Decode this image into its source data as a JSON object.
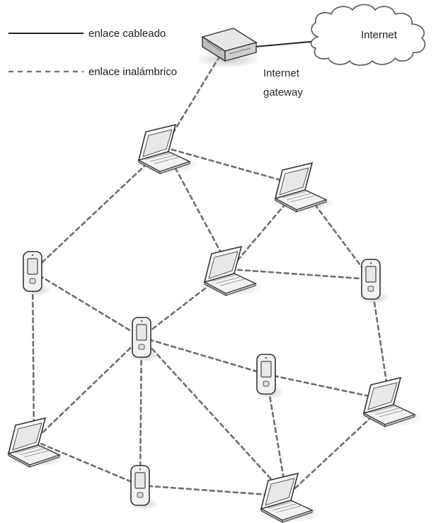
{
  "legend": {
    "wired_label": "enlace cableado",
    "wireless_label": "enlace inalámbrico"
  },
  "internet": {
    "label": "Internet"
  },
  "gateway": {
    "label_line1": "Internet",
    "label_line2": "gateway"
  },
  "colors": {
    "wired_link": "#222222",
    "wireless_link": "#6e6e6e",
    "device_body": "#f2f2f2",
    "device_outline": "#333333",
    "screen": "#e8e8e8"
  },
  "nodes": [
    {
      "id": "gateway",
      "kind": "gateway",
      "icon": "router-icon"
    },
    {
      "id": "laptop-1",
      "kind": "laptop",
      "icon": "laptop-icon"
    },
    {
      "id": "laptop-2",
      "kind": "laptop",
      "icon": "laptop-icon"
    },
    {
      "id": "laptop-3",
      "kind": "laptop",
      "icon": "laptop-icon"
    },
    {
      "id": "laptop-4",
      "kind": "laptop",
      "icon": "laptop-icon"
    },
    {
      "id": "laptop-5",
      "kind": "laptop",
      "icon": "laptop-icon"
    },
    {
      "id": "laptop-6",
      "kind": "laptop",
      "icon": "laptop-icon"
    },
    {
      "id": "phone-1",
      "kind": "phone",
      "icon": "phone-icon"
    },
    {
      "id": "phone-2",
      "kind": "phone",
      "icon": "phone-icon"
    },
    {
      "id": "phone-3",
      "kind": "phone",
      "icon": "phone-icon"
    },
    {
      "id": "phone-4",
      "kind": "phone",
      "icon": "phone-icon"
    },
    {
      "id": "phone-5",
      "kind": "phone",
      "icon": "phone-icon"
    }
  ],
  "links": [
    {
      "from": "gateway",
      "to": "internet",
      "type": "wired"
    },
    {
      "from": "gateway",
      "to": "laptop-1",
      "type": "wireless"
    },
    {
      "from": "laptop-1",
      "to": "laptop-2",
      "type": "wireless"
    },
    {
      "from": "laptop-1",
      "to": "laptop-3",
      "type": "wireless"
    },
    {
      "from": "laptop-1",
      "to": "phone-1",
      "type": "wireless"
    },
    {
      "from": "laptop-2",
      "to": "laptop-3",
      "type": "wireless"
    },
    {
      "from": "laptop-2",
      "to": "phone-2",
      "type": "wireless"
    },
    {
      "from": "laptop-3",
      "to": "phone-2",
      "type": "wireless"
    },
    {
      "from": "laptop-3",
      "to": "phone-3",
      "type": "wireless"
    },
    {
      "from": "phone-1",
      "to": "phone-3",
      "type": "wireless"
    },
    {
      "from": "phone-1",
      "to": "laptop-5",
      "type": "wireless"
    },
    {
      "from": "phone-2",
      "to": "laptop-4",
      "type": "wireless"
    },
    {
      "from": "phone-3",
      "to": "phone-4",
      "type": "wireless"
    },
    {
      "from": "phone-3",
      "to": "laptop-5",
      "type": "wireless"
    },
    {
      "from": "phone-3",
      "to": "phone-5",
      "type": "wireless"
    },
    {
      "from": "phone-3",
      "to": "laptop-6",
      "type": "wireless"
    },
    {
      "from": "phone-4",
      "to": "laptop-4",
      "type": "wireless"
    },
    {
      "from": "phone-4",
      "to": "laptop-6",
      "type": "wireless"
    },
    {
      "from": "laptop-5",
      "to": "phone-5",
      "type": "wireless"
    },
    {
      "from": "phone-5",
      "to": "laptop-6",
      "type": "wireless"
    },
    {
      "from": "laptop-4",
      "to": "laptop-6",
      "type": "wireless"
    }
  ]
}
